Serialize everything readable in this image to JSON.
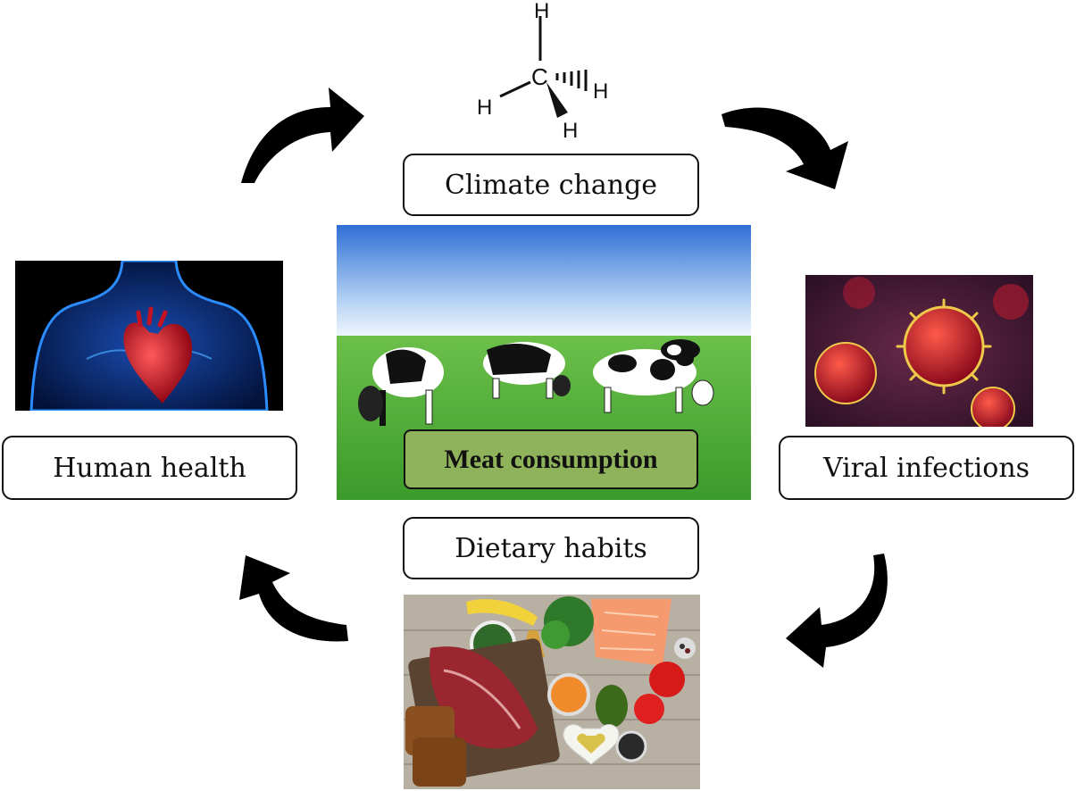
{
  "molecule": {
    "atom_center": "C",
    "atom_h_top": "H",
    "atom_h_left": "H",
    "atom_h_right": "H",
    "atom_h_bottom": "H"
  },
  "labels": {
    "climate": "Climate change",
    "viral": "Viral infections",
    "human": "Human health",
    "dietary": "Dietary habits",
    "center": "Meat consumption"
  },
  "colors": {
    "center_box": "#8fb35a",
    "sky_top": "#2f6fd6",
    "grass": "#4fa83a",
    "virus": "#b3122a",
    "body_glow": "#2b8cff",
    "heart": "#d61a2a"
  }
}
